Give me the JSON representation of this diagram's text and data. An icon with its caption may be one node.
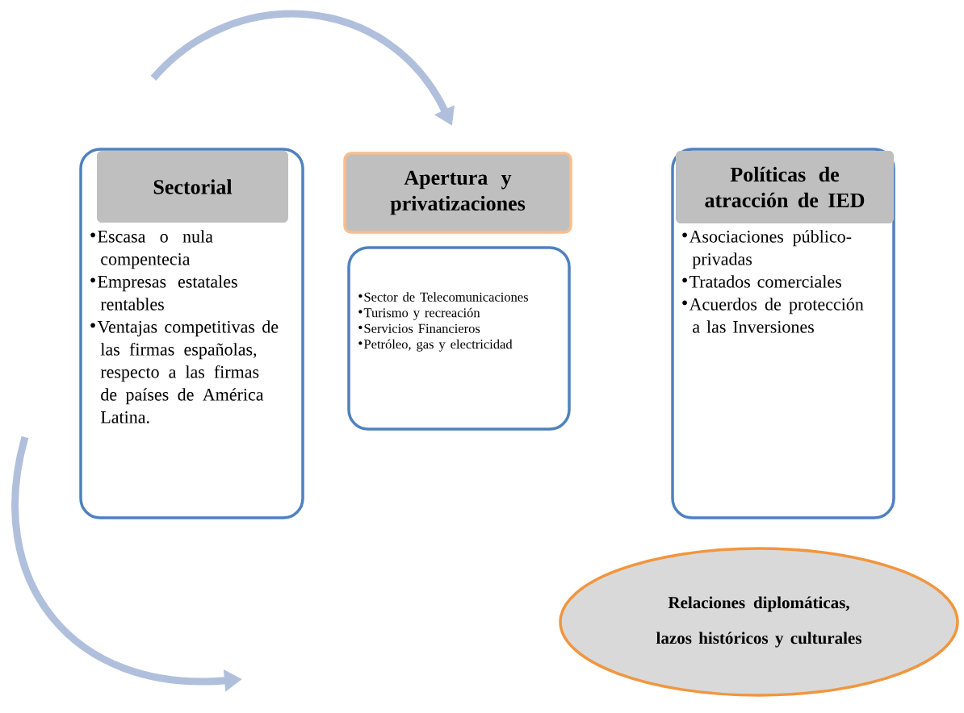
{
  "diagram": {
    "nodes": [
      {
        "text": [
          "Escasa o nula compentecia",
          "Empresas estatales rentables",
          "Ventajas competitivas de  las firmas españolas, respecto a las firmas de países de América Latina."
        ]
      },
      {
        "text": [
          "Sectorial"
        ],
        "in": 0
      },
      {
        "text": [
          "Apertura y privatizaciones"
        ]
      },
      {
        "text": [
          "Sector de Telecomunicaciones",
          "Turismo y recreación",
          "Servicios Financieros",
          "Petróleo, gas y electricidad"
        ]
      },
      {
        "text": [
          "Asociaciones público-privadas",
          "Tratados comerciales",
          "Acuerdos de protección a las Inversiones"
        ]
      },
      {
        "text": [
          "Políticas de atracción de IED"
        ],
        "in": 4
      },
      {
        "text": [
          "Relaciones diplomáticas, lazos históricos y culturales"
        ]
      }
    ]
  }
}
